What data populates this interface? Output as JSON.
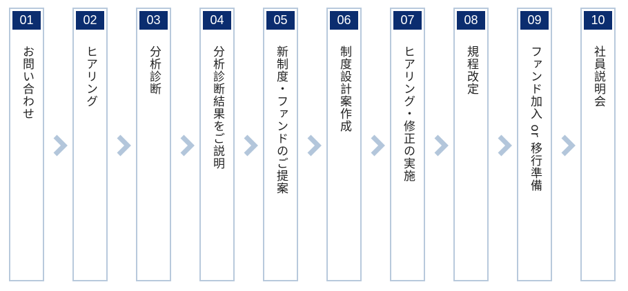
{
  "colors": {
    "number_bg": "#0b2d6f",
    "number_text": "#ffffff",
    "border": "#b8c9dc",
    "arrow": "#b3c6db",
    "label_text": "#222222"
  },
  "steps": [
    {
      "number": "01",
      "label": "お問い合わせ"
    },
    {
      "number": "02",
      "label": "ヒアリング"
    },
    {
      "number": "03",
      "label": "分析診断"
    },
    {
      "number": "04",
      "label": "分析診断結果をご説明"
    },
    {
      "number": "05",
      "label": "新制度・ファンドのご提案"
    },
    {
      "number": "06",
      "label": "制度設計案作成"
    },
    {
      "number": "07",
      "label": "ヒアリング・修正の実施"
    },
    {
      "number": "08",
      "label": "規程改定"
    },
    {
      "number": "09",
      "label": "ファンド加入 or 移行準備"
    },
    {
      "number": "10",
      "label": "社員説明会"
    }
  ],
  "connector_icon": "chevron-right-icon"
}
